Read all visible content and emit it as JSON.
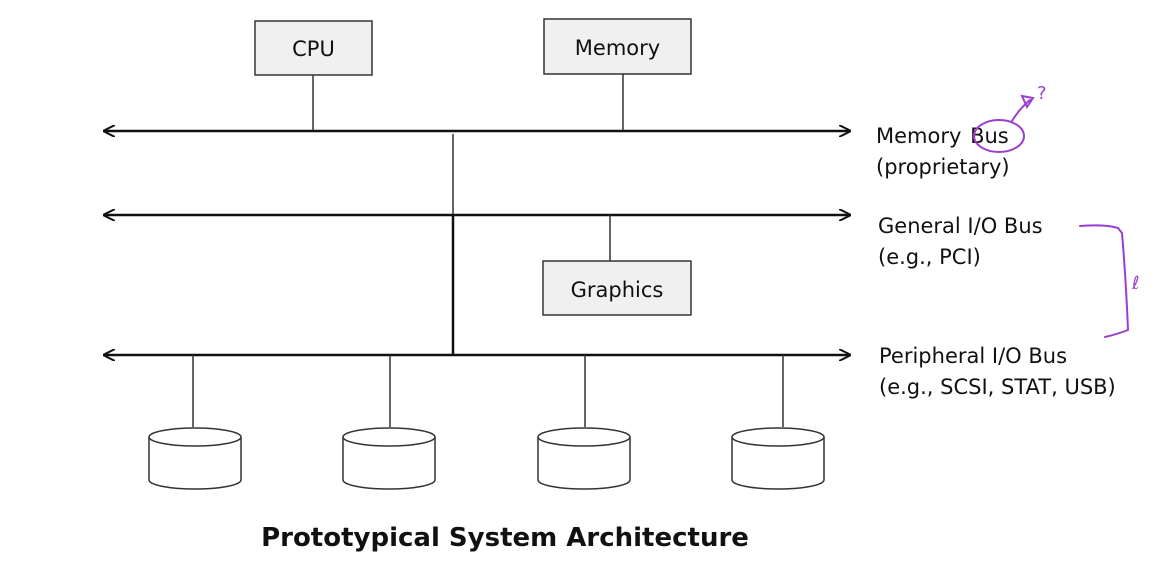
{
  "components": {
    "cpu": "CPU",
    "memory": "Memory",
    "graphics": "Graphics"
  },
  "buses": {
    "memory_bus": {
      "name_part1": "Memory",
      "name_part2": "Bus",
      "detail": "(proprietary)"
    },
    "general_io_bus": {
      "name": "General I/O Bus",
      "detail": "(e.g., PCI)"
    },
    "peripheral_io_bus": {
      "name": "Peripheral I/O Bus",
      "detail": "(e.g., SCSI, STAT, USB)"
    }
  },
  "disks": {
    "count": 4
  },
  "annotations": {
    "question_mark": "?",
    "bracket_mark": "ℓ",
    "ink_color": "#9a3fd0"
  },
  "caption": "Prototypical System Architecture"
}
